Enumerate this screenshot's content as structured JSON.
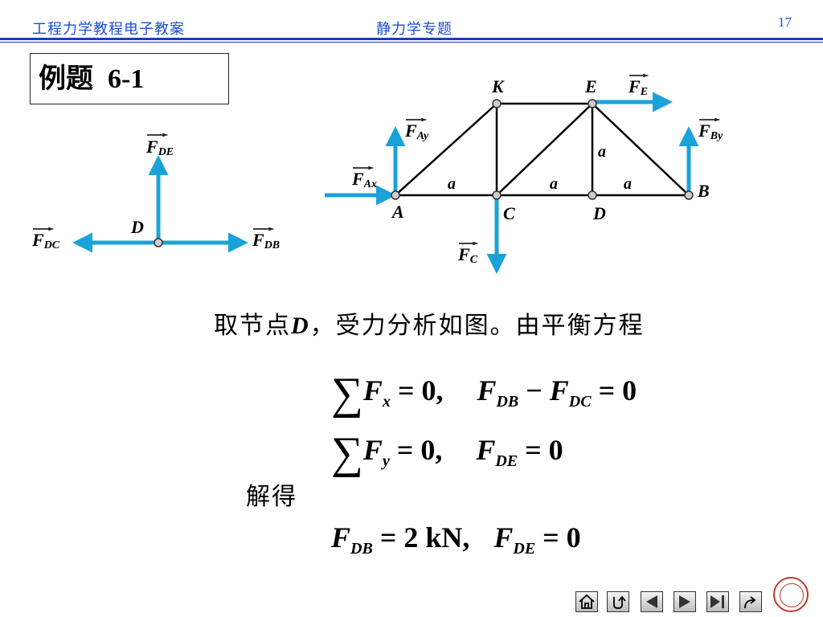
{
  "header": {
    "course": "工程力学教程电子教案",
    "topic": "静力学专题",
    "page": "17"
  },
  "title": {
    "label": "例题",
    "number": "6-1"
  },
  "fig_left": {
    "node": "D",
    "forces": {
      "up": "DE",
      "left": "DC",
      "right": "DB"
    }
  },
  "fig_truss": {
    "nodes": {
      "K": "K",
      "E": "E",
      "A": "A",
      "C": "C",
      "D": "D",
      "B": "B"
    },
    "dims": {
      "ac": "a",
      "cd": "a",
      "db": "a",
      "ed": "a"
    },
    "forces": {
      "FE": "E",
      "FAy": "Ay",
      "FAx": "Ax",
      "FBy": "By",
      "FC": "C"
    }
  },
  "body": {
    "line1_pre": "取节点",
    "line1_var": "D",
    "line1_post": "，受力分析如图。由平衡方程",
    "solve": "解得"
  },
  "equations": {
    "eq1": {
      "sum_var": "F",
      "sum_sub": "x",
      "rhs1": "= 0,",
      "a": "F",
      "a_sub": "DB",
      "op": "−",
      "b": "F",
      "b_sub": "DC",
      "rhs2": "= 0"
    },
    "eq2": {
      "sum_var": "F",
      "sum_sub": "y",
      "rhs1": "= 0,",
      "a": "F",
      "a_sub": "DE",
      "rhs2": "= 0"
    },
    "eq3": {
      "a": "F",
      "a_sub": "DB",
      "rhs1": "= 2",
      "unit": "kN",
      "sep": ",",
      "b": "F",
      "b_sub": "DE",
      "rhs2": "= 0"
    }
  },
  "colors": {
    "arrow": "#1aa3d9",
    "header": "#1a4fd6",
    "rule": "#1a3fb0"
  },
  "nav": [
    "home-icon",
    "return-icon",
    "prev-icon",
    "next-icon",
    "last-icon",
    "jump-icon"
  ]
}
